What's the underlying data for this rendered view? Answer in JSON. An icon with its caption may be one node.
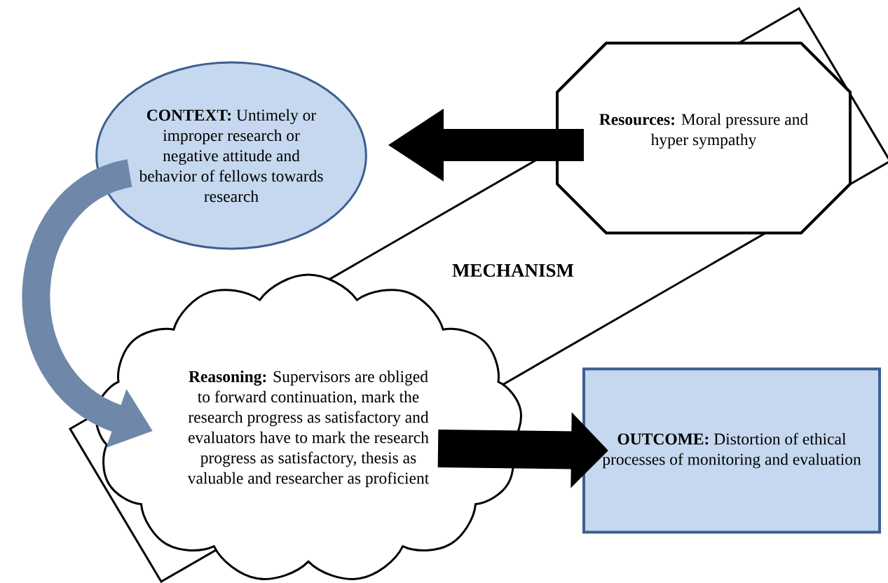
{
  "diagram": {
    "nodes": [
      {
        "text": [
          "**CONTEXT:** Untimely or improper research or negative attitude and behavior of fellows towards research"
        ]
      },
      {
        "text": [
          "**Resources:** Moral pressure and hyper sympathy"
        ]
      },
      {
        "text": [
          "**Reasoning:** Supervisors are obliged to forward continuation, mark the research progress as satisfactory and evaluators have to mark the research progress as satisfactory, thesis as valuable and  researcher as proficient"
        ]
      },
      {
        "text": [
          "**OUTCOME:** Distortion of ethical processes of monitoring and evaluation"
        ]
      }
    ],
    "edges": [
      {
        "from": 1,
        "to": 0,
        "arrow": "to"
      },
      {
        "from": 0,
        "to": 2,
        "arrow": "to",
        "color": "#6f87a8"
      },
      {
        "from": 2,
        "to": 3,
        "arrow": "to"
      }
    ],
    "labels": [
      "MECHANISM"
    ]
  }
}
